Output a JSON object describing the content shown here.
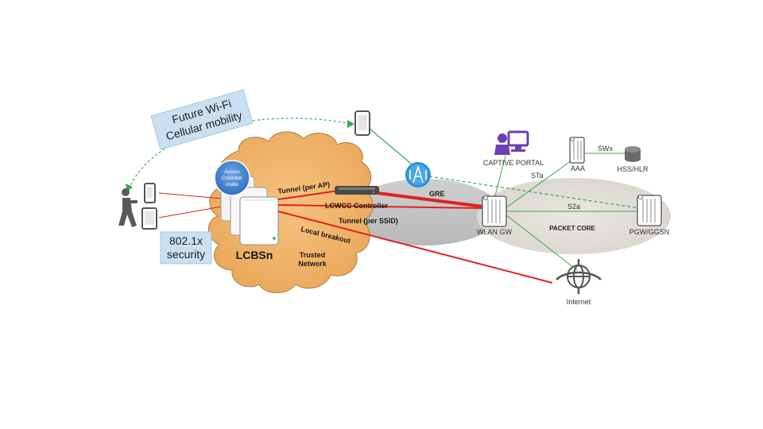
{
  "callouts": {
    "future_line1": "Future Wi-Fi",
    "future_line2": "Cellular mobility",
    "security_line1": "802.1x",
    "security_line2": "security"
  },
  "cloud": {
    "product": "LCBSn",
    "trusted_line1": "Trusted",
    "trusted_line2": "Network",
    "ap_badge_line1": "Access",
    "ap_badge_line2": "Controller",
    "ap_badge_line3": "inside"
  },
  "links": {
    "tunnel_ap": "Tunnel (per AP)",
    "controller": "LCWCC Controller",
    "tunnel_ssid": "Tunnel (per SSID)",
    "local_breakout": "Local breakout",
    "gre": "GRE",
    "sta": "STa",
    "s2a": "S2a",
    "swx": "SWx"
  },
  "nodes": {
    "captive_portal": "CAPTIVE PORTAL",
    "wlan_gw": "WLAN GW",
    "aaa": "AAA",
    "hss": "HSS/HLR",
    "pgw": "PGW/GGSN",
    "packet_core": "PACKET CORE",
    "internet": "Internet"
  },
  "colors": {
    "red_link": "#e02020",
    "green_link": "#3aa84a",
    "cloud_fill": "#f2b36b",
    "callout_fill": "#c9e0f2"
  }
}
